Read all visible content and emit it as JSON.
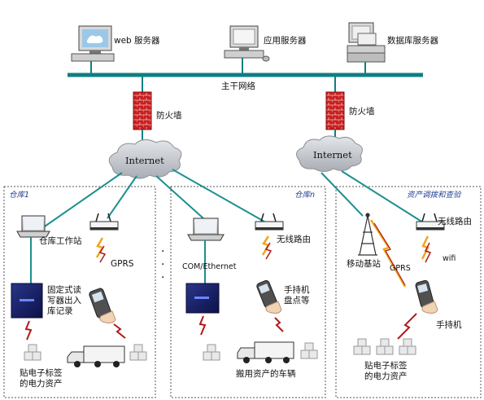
{
  "servers": {
    "web": "web 服务器",
    "app": "应用服务器",
    "db": "数据库服务器"
  },
  "backbone_label": "主干网络",
  "firewall_label": "防火墙",
  "internet_label": "Internet",
  "warehouse1": {
    "title": "仓库1",
    "workstation": "仓库工作站",
    "gprs": "GPRS",
    "reader": "固定式读\n写器出入\n库记录",
    "assets": "贴电子标签\n的电力资产"
  },
  "warehouseN": {
    "title": "仓库n",
    "com": "COM/Ethernet",
    "router": "无线路由",
    "handheld": "手持机\n盘点等",
    "vehicle": "搬用资产的车辆"
  },
  "remote": {
    "title": "资产调拨和查验",
    "router": "无线路由",
    "base_station": "移动基站",
    "gprs": "GPRS",
    "wifi": "wifi",
    "handheld": "手持机",
    "assets": "贴电子标签\n的电力资产"
  },
  "colors": {
    "backbone": "#0f7f80",
    "link": "#1c8f8f",
    "firewall": "#c81e1e",
    "cloud": "#c9ccd2",
    "lightning_red": "#b01818",
    "lightning_orange": "#f2a51a",
    "reader": "#16206a",
    "zone_border": "#555555"
  }
}
